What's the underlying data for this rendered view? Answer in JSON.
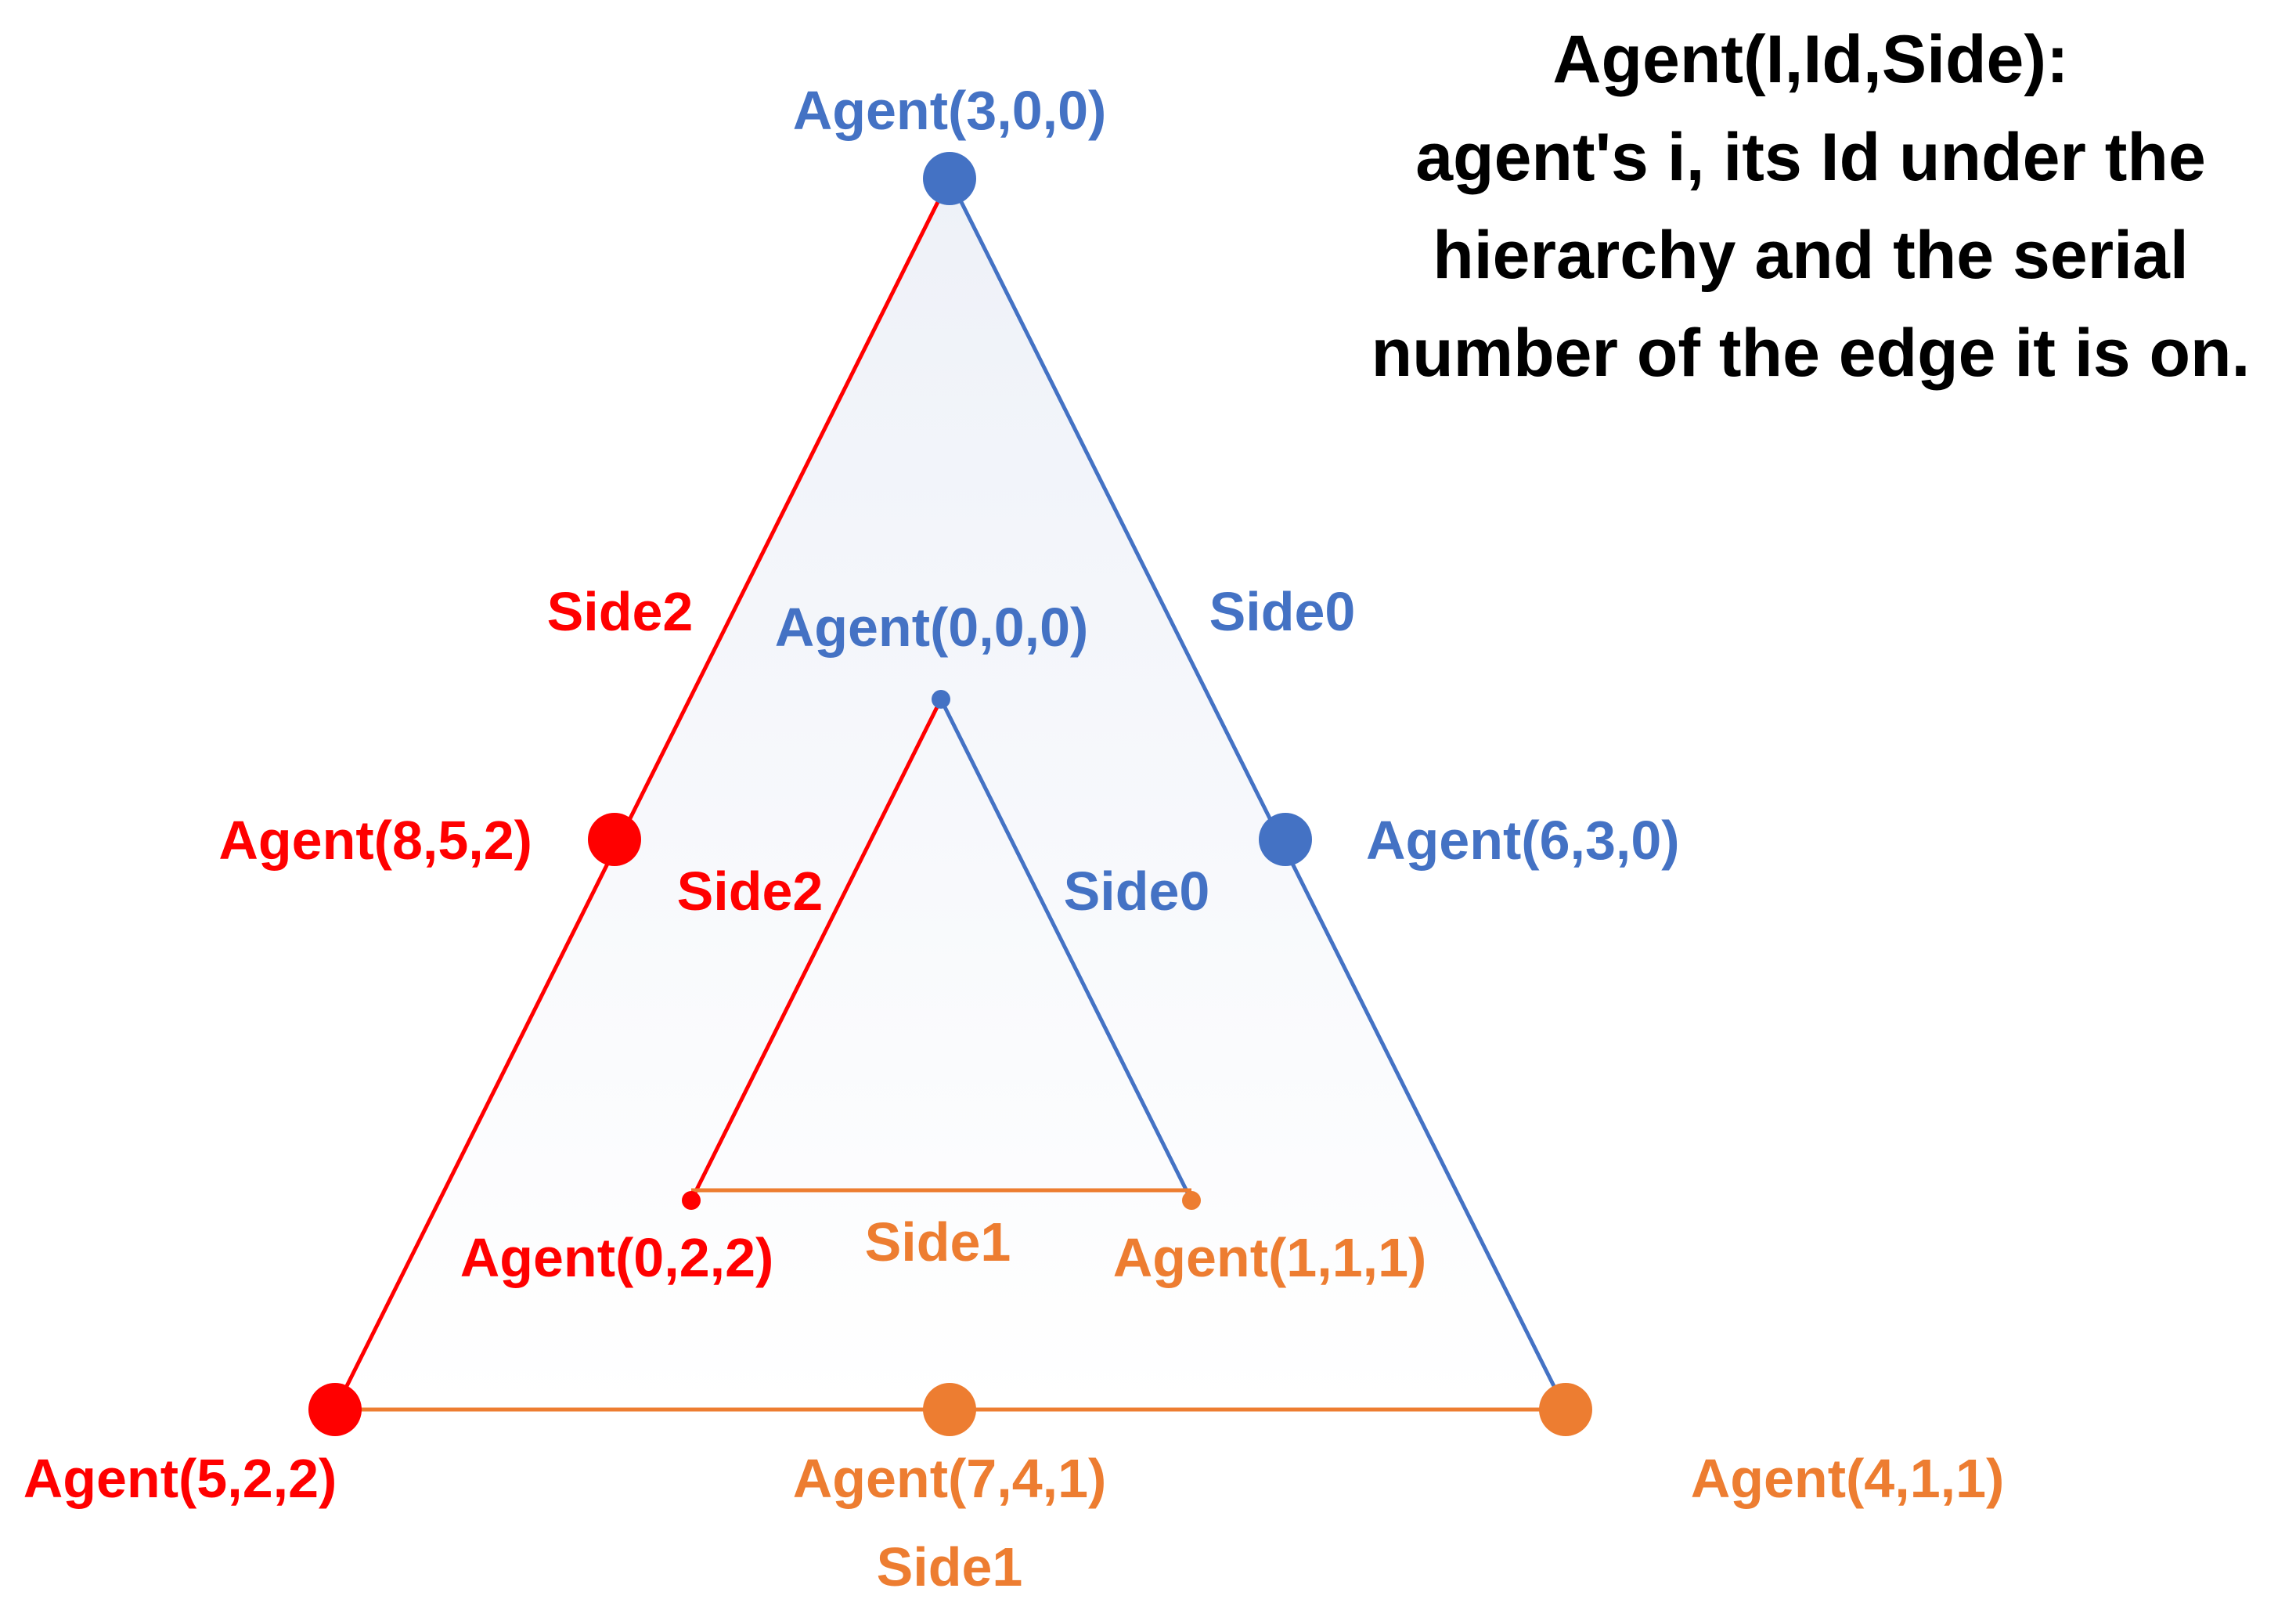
{
  "legend": {
    "title": "Agent(I,Id,Side):",
    "line1": "agent's i, its Id under the",
    "line2": "hierarchy and the serial",
    "line3": "number of the edge it is on."
  },
  "colors": {
    "side0": "#4472C4",
    "side1": "#ED7D31",
    "side2": "#FF0000",
    "fill_top": "#EEF1F8",
    "fill_bottom": "#FFFFFF"
  },
  "outer": {
    "agents": {
      "top": "Agent(3,0,0)",
      "right_mid": "Agent(6,3,0)",
      "left_mid": "Agent(8,5,2)",
      "bottom_left": "Agent(5,2,2)",
      "bottom_mid": "Agent(7,4,1)",
      "bottom_right": "Agent(4,1,1)"
    },
    "sides": {
      "right": "Side0",
      "left": "Side2",
      "bottom": "Side1"
    }
  },
  "inner": {
    "agents": {
      "top": "Agent(0,0,0)",
      "bottom_left": "Agent(0,2,2)",
      "bottom_right": "Agent(1,1,1)"
    },
    "sides": {
      "right": "Side0",
      "left": "Side2",
      "bottom": "Side1"
    }
  }
}
